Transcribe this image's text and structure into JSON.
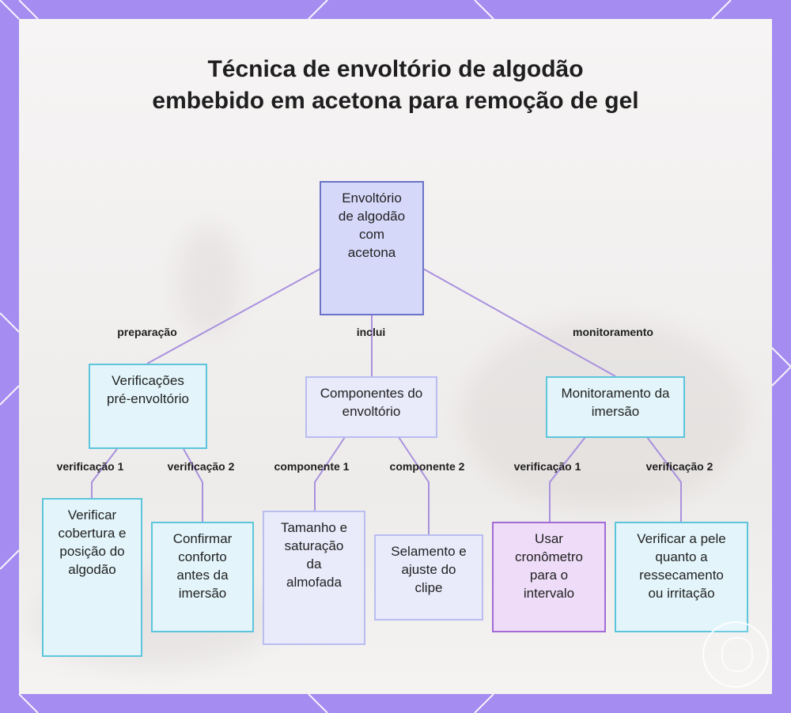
{
  "title": "Técnica de envoltório de algodão embebido em acetona para remoção de gel",
  "colors": {
    "frame": "#a48cf0",
    "root_fill": "#d6d8fa",
    "root_border": "#6b73c9",
    "cyan_fill": "#e3f5fb",
    "cyan_border": "#5cc5db",
    "lavender_fill": "#e9eafa",
    "lavender_border": "#b9bdf0",
    "purple_fill": "#eedcf8",
    "purple_border": "#a26bd6",
    "connector": "#a991de"
  },
  "nodes": {
    "root": "Envoltório de algodão com acetona",
    "pre_checks": "Verificações pré-envoltório",
    "components": "Componentes do envoltório",
    "monitoring": "Monitoramento da imersão",
    "check_coverage": "Verificar cobertura e posição do algodão",
    "check_comfort": "Confirmar conforto antes da imersão",
    "pad_size": "Tamanho e saturação da almofada",
    "seal_clip": "Selamento e ajuste do clipe",
    "use_timer": "Usar cronômetro para o intervalo",
    "check_skin": "Verificar a pele quanto a ressecamento ou irritação"
  },
  "edges": {
    "preparacao": "preparação",
    "inclui": "inclui",
    "monitoramento": "monitoramento",
    "pre_v1": "verificação 1",
    "pre_v2": "verificação 2",
    "comp_1": "componente 1",
    "comp_2": "componente 2",
    "mon_v1": "verificação 1",
    "mon_v2": "verificação 2"
  }
}
